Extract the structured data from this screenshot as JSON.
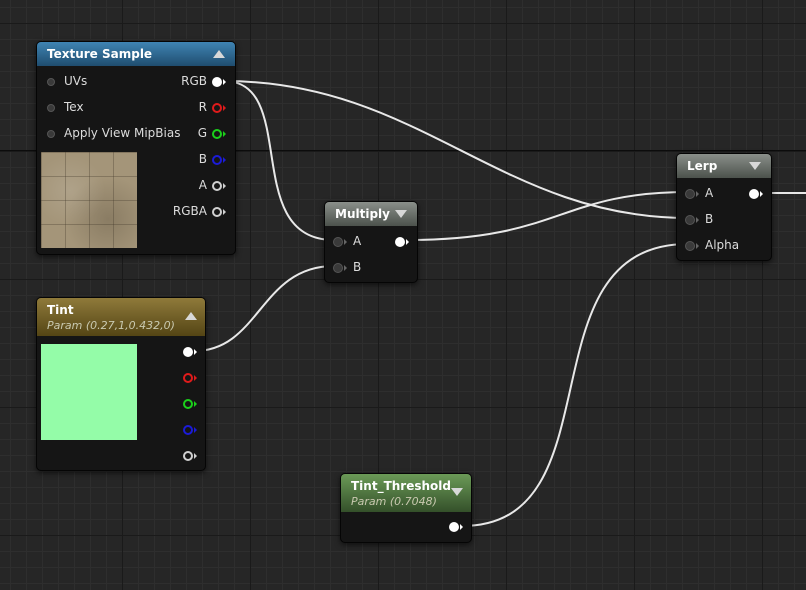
{
  "nodes": {
    "texture_sample": {
      "title": "Texture Sample",
      "inputs": [
        "UVs",
        "Tex",
        "Apply View MipBias"
      ],
      "outputs": [
        "RGB",
        "R",
        "G",
        "B",
        "A",
        "RGBA"
      ]
    },
    "multiply": {
      "title": "Multiply",
      "inputs": [
        "A",
        "B"
      ]
    },
    "lerp": {
      "title": "Lerp",
      "inputs": [
        "A",
        "B",
        "Alpha"
      ]
    },
    "tint": {
      "title": "Tint",
      "subtitle": "Param (0.27,1,0.432,0)",
      "color": "#94fca8"
    },
    "tint_threshold": {
      "title": "Tint_Threshold",
      "subtitle": "Param (0.7048)"
    }
  },
  "colors": {
    "header_texture": "#2f6a93",
    "header_math": "#6b706b",
    "header_vector_param": "#7a6528",
    "header_scalar_param": "#4f773f",
    "wire": "#e8e8e8"
  },
  "icons": {
    "collapse": "triangle-icon",
    "pin": "pin-circle-icon"
  }
}
